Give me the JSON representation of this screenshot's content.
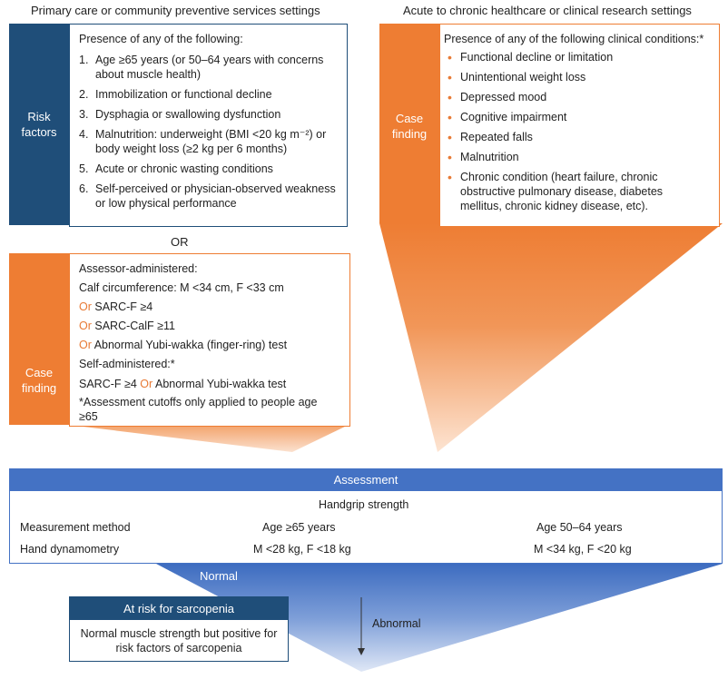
{
  "left_heading": "Primary care or community preventive services settings",
  "right_heading": "Acute to chronic healthcare or clinical research settings",
  "risk_factors": {
    "label_line1": "Risk",
    "label_line2": "factors",
    "intro": "Presence of any of the following:",
    "items": [
      "Age ≥65 years (or 50–64 years with concerns about muscle health)",
      "Immobilization or functional decline",
      "Dysphagia or swallowing dysfunction",
      "Malnutrition: underweight (BMI <20 kg m⁻²) or body weight loss (≥2 kg per 6 months)",
      "Acute or chronic wasting conditions",
      "Self-perceived or physician-observed weakness or low physical performance"
    ]
  },
  "or_label": "OR",
  "case_finding_left": {
    "label_line1": "Case",
    "label_line2": "finding",
    "assessor_title": "Assessor-administered:",
    "calf": "Calf circumference: M <34 cm, F <33 cm",
    "or_word": "Or",
    "sarcf": "SARC-F ≥4",
    "sarccalf": "SARC-CalF ≥11",
    "yubi": "Abnormal Yubi-wakka (finger-ring) test",
    "self_title": "Self-administered:*",
    "self_a": "SARC-F ≥4",
    "self_b": "Abnormal Yubi-wakka test",
    "footnote": "*Assessment cutoffs only applied to people age ≥65"
  },
  "case_finding_right": {
    "label_line1": "Case",
    "label_line2": "finding",
    "intro": "Presence of any of the following clinical conditions:*",
    "items": [
      "Functional decline or limitation",
      "Unintentional weight loss",
      "Depressed mood",
      "Cognitive impairment",
      "Repeated falls",
      "Malnutrition",
      "Chronic condition (heart failure, chronic obstructive pulmonary disease, diabetes mellitus, chronic kidney disease, etc)."
    ]
  },
  "assessment": {
    "title": "Assessment",
    "subtitle": "Handgrip strength",
    "col_method": "Measurement method",
    "col_age65": "Age ≥65 years",
    "col_age50": "Age 50–64 years",
    "row_method": "Hand dynamometry",
    "row_age65": "M <28 kg, F <18 kg",
    "row_age50": "M <34 kg, F <20 kg"
  },
  "normal_label": "Normal",
  "abnormal_label": "Abnormal",
  "at_risk": {
    "title": "At risk for sarcopenia",
    "body": "Normal muscle strength but positive for risk factors of sarcopenia"
  },
  "colors": {
    "navy": "#1f4e79",
    "orange": "#ee7d33",
    "blue": "#4472c4",
    "bullet": "#e87a35"
  }
}
